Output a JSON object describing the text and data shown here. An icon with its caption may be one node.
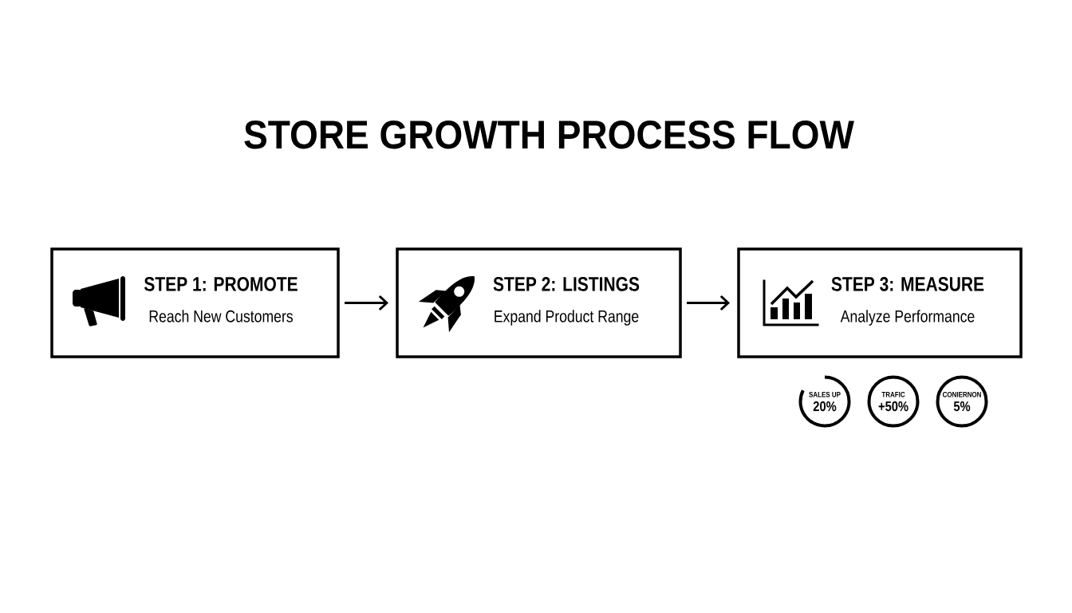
{
  "diagram": {
    "title": "STORE GROWTH PROCESS FLOW",
    "nodes": [
      {
        "text": [
          "STEP 1: PROMOTE",
          "Reach New Customers"
        ]
      },
      {
        "text": [
          "STEP 2: LISTINGS",
          "Expand Product Range"
        ]
      },
      {
        "text": [
          "STEP 3: MEASURE",
          "Analyze Performance"
        ]
      },
      {
        "text": [
          "SALES UP",
          "20%"
        ]
      },
      {
        "text": [
          "TRAFIC",
          "+50%"
        ]
      },
      {
        "text": [
          "CONIERNON",
          "5%"
        ]
      }
    ],
    "edges": [
      {
        "from": 0,
        "to": 1,
        "arrow": "to"
      },
      {
        "from": 1,
        "to": 2,
        "arrow": "to"
      }
    ]
  }
}
